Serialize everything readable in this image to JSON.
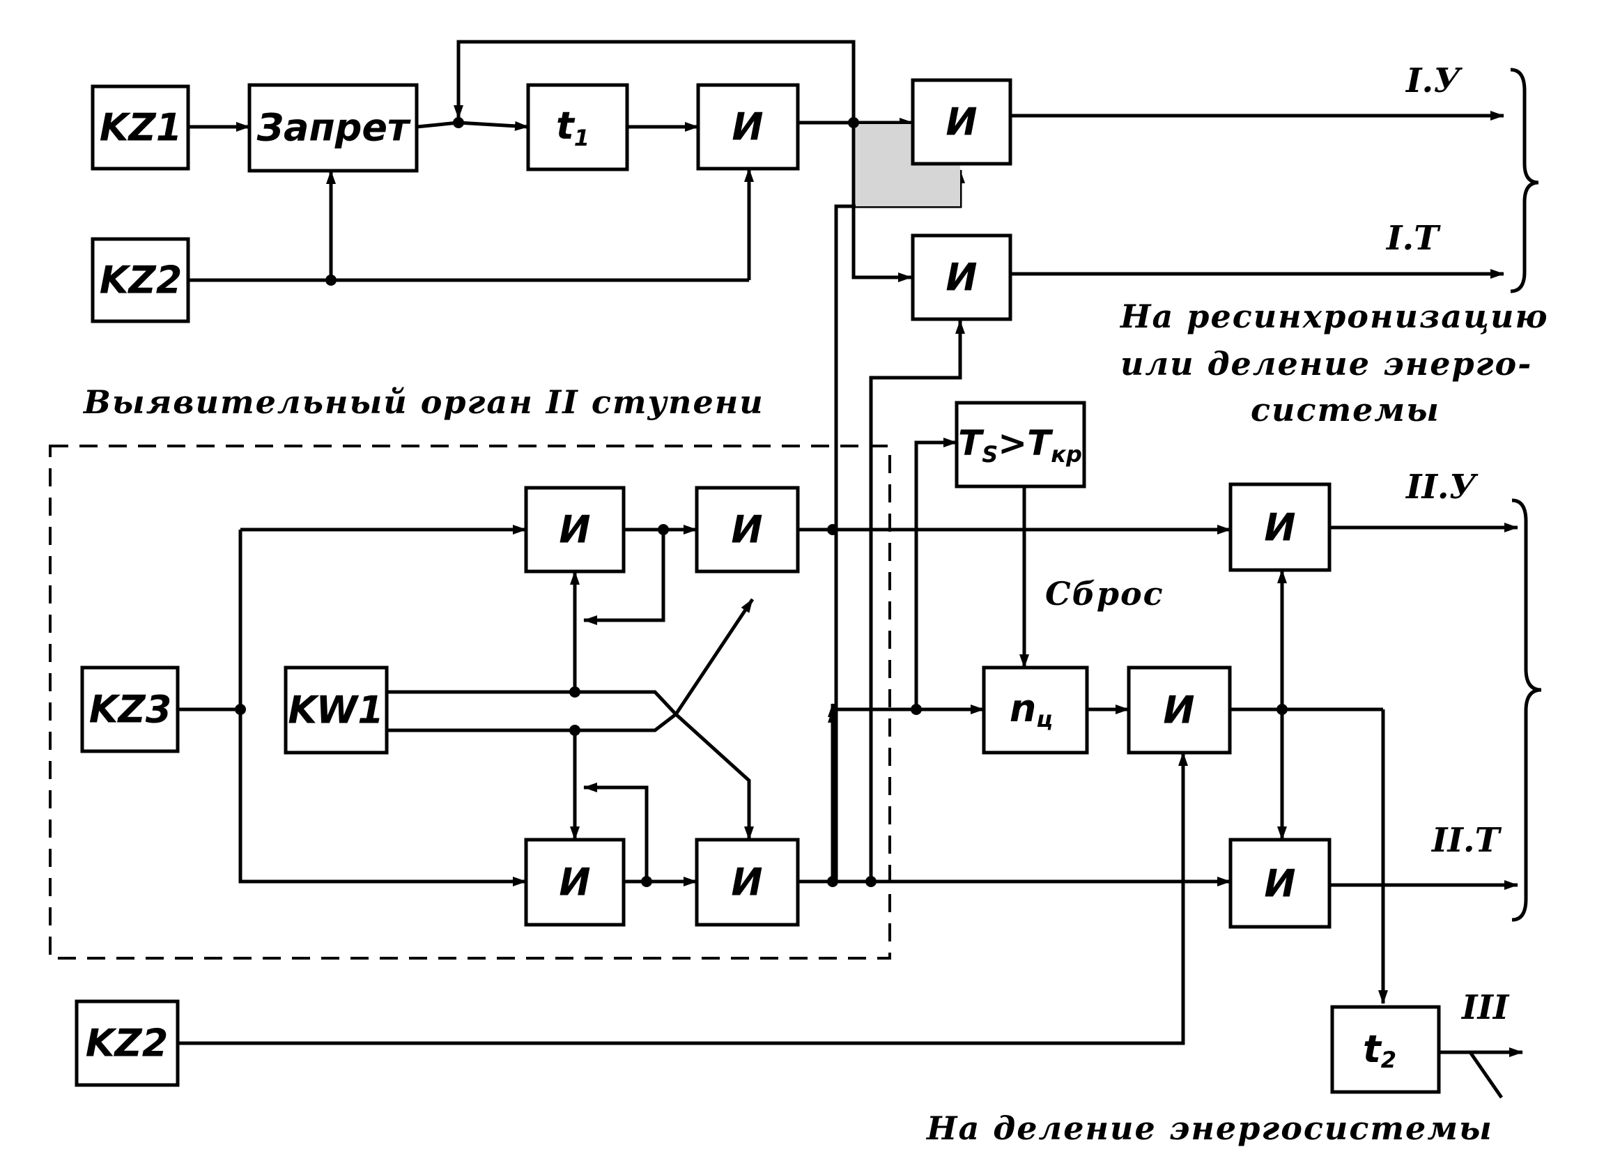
{
  "blocks": {
    "kz1": "KZ1",
    "kz2_top": "KZ2",
    "zapret": "Запрет",
    "t1_base": "t",
    "t1_sub": "1",
    "and_label": "И",
    "kz3": "KZ3",
    "kw1": "KW1",
    "ts_a": "T",
    "ts_a_sub": "S",
    "ts_gt": ">",
    "ts_b": "T",
    "ts_b_sub": "кр",
    "nc_base": "n",
    "nc_sub": "ц",
    "kz2_bottom": "KZ2",
    "t2_base": "t",
    "t2_sub": "2"
  },
  "labels": {
    "stage2_organ": "Выявительный орган II ступени",
    "reset": "Сброс",
    "out_1u": "I.У",
    "out_1t": "I.T",
    "out_2u": "II.У",
    "out_2t": "II.T",
    "out_3": "III",
    "resync_line1": "На ресинхронизацию",
    "resync_line2": "или деление энерго-",
    "resync_line3": "системы",
    "division": "На деление энергосистемы"
  }
}
